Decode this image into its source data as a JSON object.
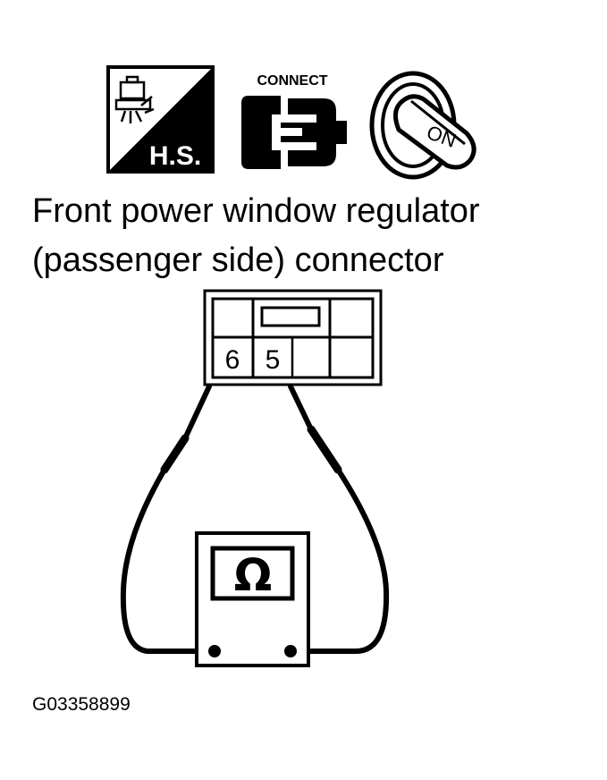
{
  "icons": {
    "hot_soak_icon": {
      "name": "hot-soak-icon",
      "label": "H.S."
    },
    "connect_icon": {
      "name": "connector-connect-icon",
      "label": "CONNECT"
    },
    "ignition_icon": {
      "name": "ignition-key-on-icon",
      "label": "ON"
    }
  },
  "title": {
    "line1": "Front power window regulator",
    "line2": "(passenger side) connector"
  },
  "connector": {
    "pins": [
      "6",
      "5"
    ]
  },
  "meter": {
    "symbol": "Ω"
  },
  "figure_id": "G03358899"
}
